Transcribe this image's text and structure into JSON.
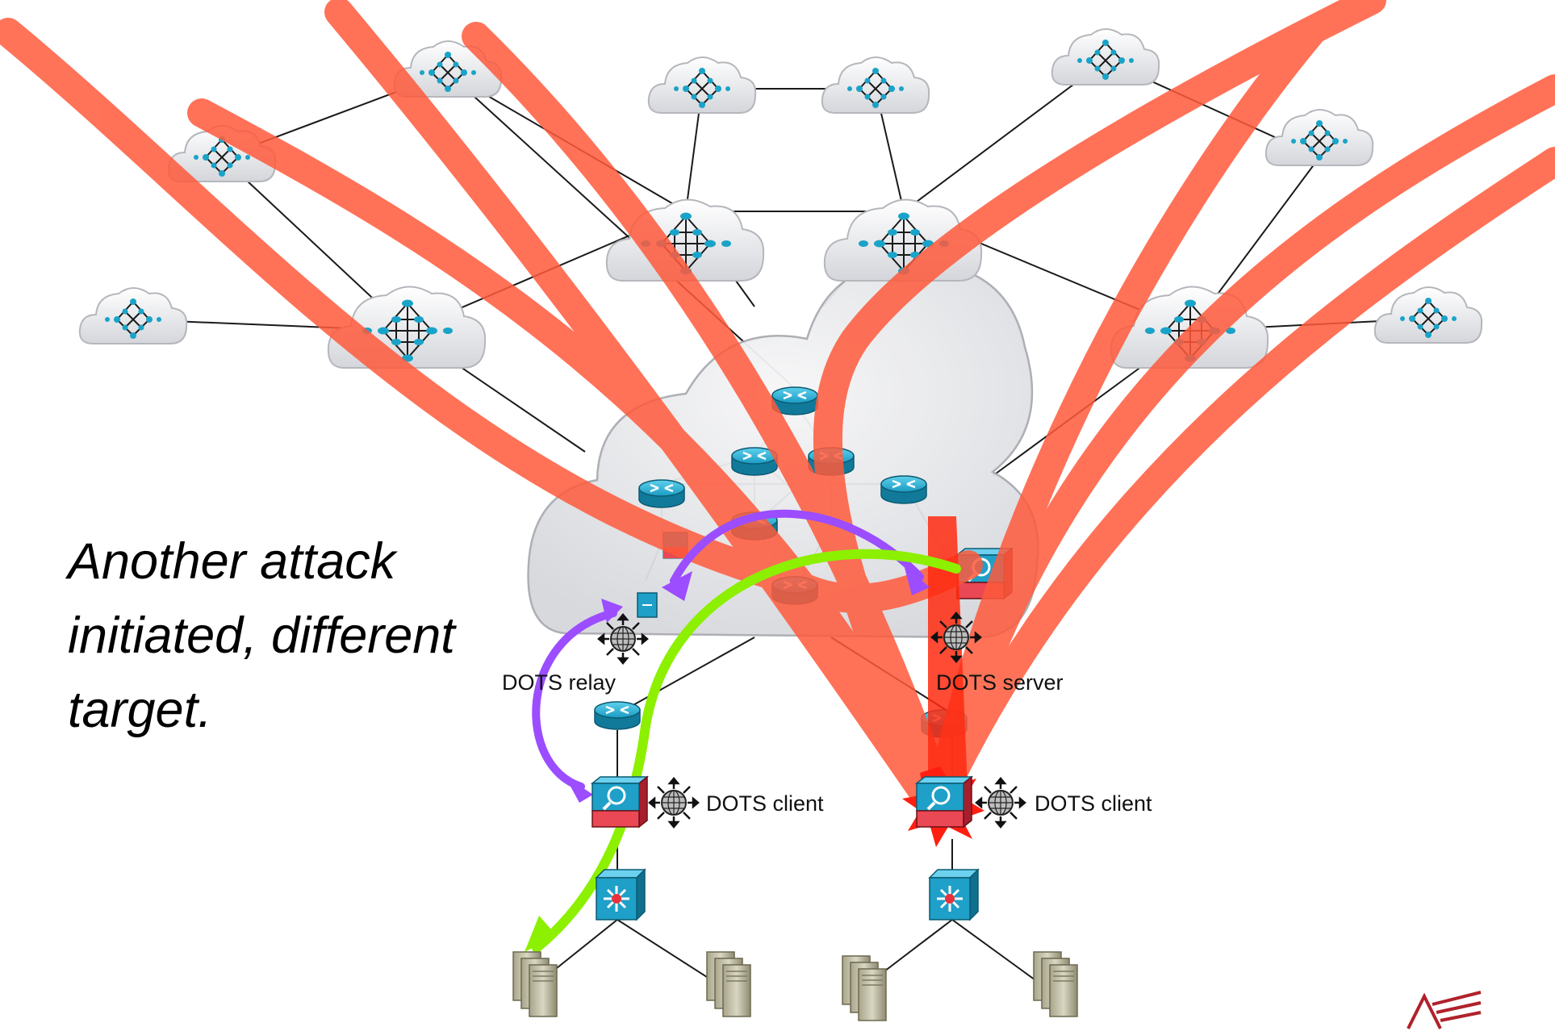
{
  "caption": {
    "line1": "Another attack",
    "line2": "initiated, different",
    "line3": "target."
  },
  "labels": {
    "relay": "DOTS relay",
    "server": "DOTS server",
    "client_left": "DOTS client",
    "client_right": "DOTS client"
  },
  "colors": {
    "attack": "#ff5a3c",
    "attack_core": "#ff2a10",
    "signal": "#9b4dff",
    "mitigation": "#8cf000",
    "router": "#1aa3c8",
    "switch": "#2aa0c8",
    "cloud": "#e6e7ea"
  },
  "icons": {
    "router": "router-icon",
    "switch": "switch-icon",
    "firewall": "firewall-icon",
    "server": "server-icon",
    "dots_agent": "dots-agent-icon",
    "logo": "logo-icon"
  }
}
